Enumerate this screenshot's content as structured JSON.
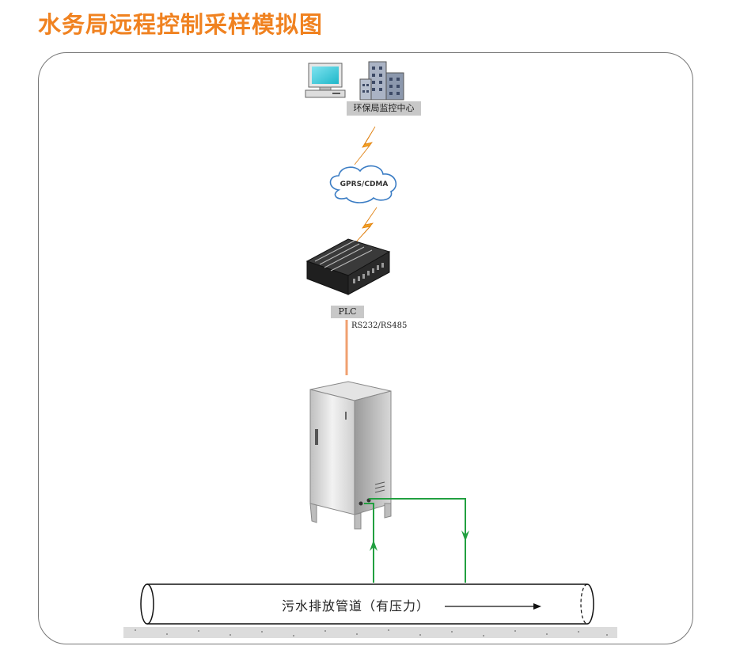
{
  "title": "水务局远程控制采样模拟图",
  "center": {
    "label": "环保局监控中心"
  },
  "network": {
    "label": "GPRS/CDMA"
  },
  "plc": {
    "label": "PLC",
    "interface": "RS232/RS485"
  },
  "pipe": {
    "label": "污水排放管道（有压力）"
  },
  "colors": {
    "title": "#f08220",
    "serial_line": "#f0a070",
    "flow_line": "#22a040",
    "lightning": "#f2a020"
  },
  "icons": [
    "computer-icon",
    "building-icon",
    "cloud-icon",
    "lightning-icon",
    "plc-device-icon",
    "sampler-cabinet-icon",
    "pipe-icon",
    "flow-arrow-icon"
  ]
}
